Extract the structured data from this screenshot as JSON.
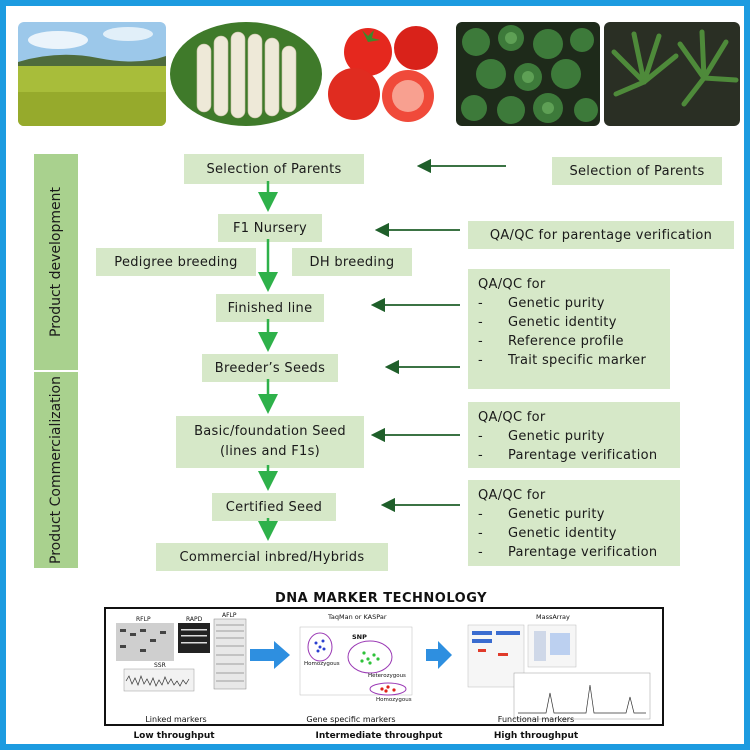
{
  "flow": {
    "selection": "Selection of Parents",
    "f1": "F1 Nursery",
    "pedigree": "Pedigree breeding",
    "dh": "DH breeding",
    "finished": "Finished line",
    "breeders": "Breeder’s Seeds",
    "basic1": "Basic/foundation Seed",
    "basic2": "(lines and F1s)",
    "certified": "Certified Seed",
    "commercial": "Commercial inbred/Hybrids"
  },
  "phases": {
    "development": "Product development",
    "commercialization": "Product Commercialization"
  },
  "qa": {
    "selection": "Selection of Parents",
    "parentage": "QA/QC for parentage verification",
    "block1": {
      "title": "QA/QC for",
      "items": [
        "Genetic purity",
        "Genetic identity",
        "Reference profile",
        "Trait specific marker"
      ]
    },
    "block2": {
      "title": "QA/QC for",
      "items": [
        "Genetic purity",
        "Parentage verification"
      ]
    },
    "block3": {
      "title": "QA/QC for",
      "items": [
        "Genetic purity",
        "Genetic identity",
        "Parentage verification"
      ]
    },
    "dash": "-"
  },
  "dna": {
    "title": "DNA MARKER TECHNOLOGY",
    "rflp": "RFLP",
    "rapd": "RAPD",
    "aflp": "AFLP",
    "ssr": "SSR",
    "taqman": "TaqMan or KASPar",
    "snp": "SNP",
    "homo": "Homozygous",
    "hetero": "Heterozygous",
    "homo2": "Homozygous",
    "massarray": "MassArray",
    "cap_linked": "Linked markers",
    "cap_gene": "Gene specific markers",
    "cap_func": "Functional markers",
    "thr_low": "Low throughput",
    "thr_mid": "Intermediate throughput",
    "thr_high": "High throughput"
  },
  "colors": {
    "frame": "#1d9be0",
    "box": "#d6e8c8",
    "side": "#a9d18e",
    "flow_arrow": "#2eb14a",
    "qa_arrow": "#1f5f2a",
    "dna_arrow": "#2e8fe0"
  }
}
